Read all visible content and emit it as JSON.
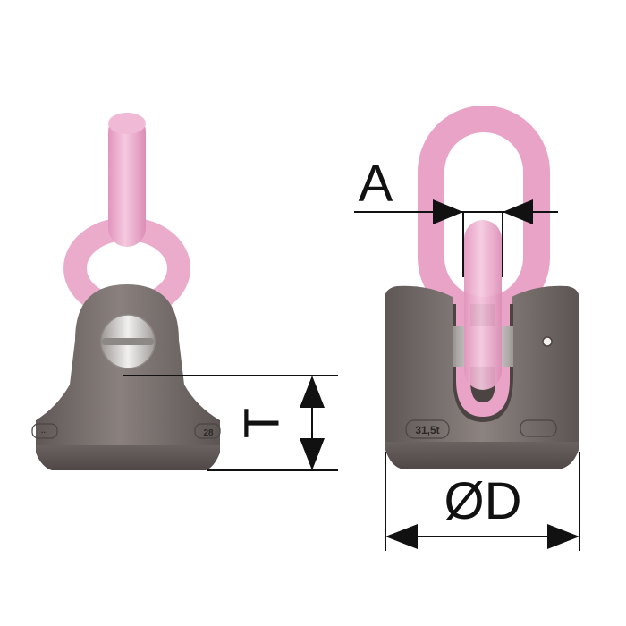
{
  "colors": {
    "link": "#e9a3c6",
    "link_dark": "#d98ab2",
    "link_light": "#f3c6dd",
    "body": "#7a716f",
    "body_dark": "#5a5351",
    "body_light": "#9a918e",
    "pin": "#d9d6d4",
    "line": "#111111"
  },
  "dimensions": {
    "a_label": "A",
    "t_label": "T",
    "d_label": "ØD"
  },
  "markings": {
    "capacity": "31,5t",
    "side_number": "28"
  }
}
